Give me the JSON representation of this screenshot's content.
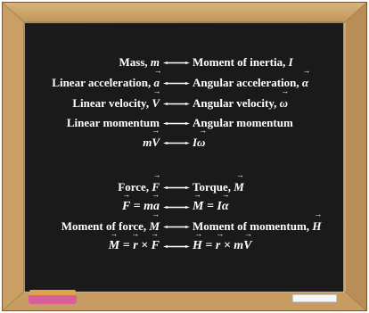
{
  "colors": {
    "frame": "#c9a06a",
    "frame_inner_edge": "#a9834f",
    "slate": "#1a1a1a",
    "chalk_text": "#ffffff",
    "eraser": "#d85f9a",
    "eraser_top": "#e2a14e",
    "chalk_piece": "#f7f7f7"
  },
  "rows": [
    {
      "lhs": "Mass,",
      "lhs_sym": "m",
      "rhs": "Moment of inertia,",
      "rhs_sym": "I"
    },
    {
      "lhs": "Linear acceleration,",
      "lhs_sym": "a",
      "rhs": "Angular acceleration,",
      "rhs_sym": "α"
    },
    {
      "lhs": "Linear velocity,",
      "lhs_sym": "V",
      "rhs": "Angular velocity,",
      "rhs_sym": "ω"
    },
    {
      "lhs": "Linear momentum",
      "rhs": "Angular momentum"
    },
    {
      "lhs_formula": "mV",
      "rhs_formula": "Iω"
    },
    {
      "lhs": "Force,",
      "lhs_sym": "F",
      "rhs": "Torque,",
      "rhs_sym": "M"
    },
    {
      "lhs_formula": "F = ma",
      "rhs_formula": "M = Iα"
    },
    {
      "lhs": "Moment of force,",
      "lhs_sym": "M",
      "rhs": "Moment of momentum,",
      "rhs_sym": "H"
    },
    {
      "lhs_formula": "M = r × F",
      "rhs_formula": "H = r × mV"
    }
  ],
  "icons": {
    "arrow": "double-headed-arrow-icon",
    "vector": "vector-arrow-icon",
    "eraser": "eraser-icon",
    "chalk": "chalk-icon"
  }
}
